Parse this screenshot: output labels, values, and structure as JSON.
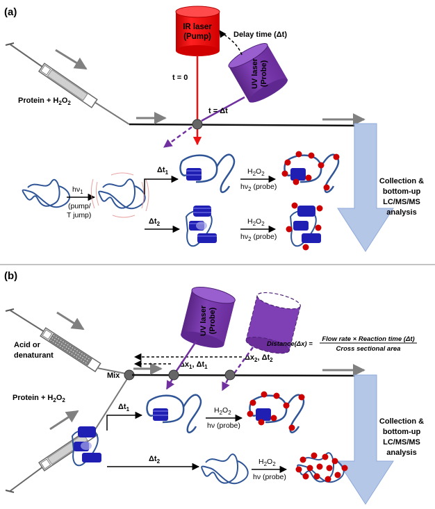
{
  "panel_a": {
    "label": "(a)",
    "ir_laser": {
      "line1": "IR laser",
      "line2": "(Pump)"
    },
    "uv_laser": {
      "line1": "UV laser",
      "line2": "(Probe)"
    },
    "delay_label": "Delay time (Δt)",
    "t0_label": "t = 0",
    "tdt_label": "t = Δt",
    "reagent_label": "Protein + H",
    "reagent_sub": "2",
    "reagent_tail": "O",
    "reagent_sub2": "2",
    "pump_top": "hν",
    "pump_sub": "1",
    "pump_mid": "(pump/",
    "pump_bot": "T jump)",
    "dt1": "Δt",
    "dt1_sub": "1",
    "dt2": "Δt",
    "dt2_sub": "2",
    "h2o2_a": "H",
    "h2o2_sub_a": "2",
    "h2o2_o": "O",
    "h2o2_sub_b": "2",
    "probe1_a": "hν",
    "probe1_sub": "2",
    "probe1_b": " (probe)",
    "collection": [
      "Collection &",
      "bottom-up",
      "LC/MS/MS",
      "analysis"
    ]
  },
  "panel_b": {
    "label": "(b)",
    "uv_laser": {
      "line1": "UV laser",
      "line2": "(Probe)"
    },
    "acid_label": [
      "Acid or",
      "denaturant"
    ],
    "mix_label": "Mix",
    "reagent_label": "Protein + H",
    "reagent_sub": "2",
    "reagent_tail": "O",
    "reagent_sub2": "2",
    "dx1": "Δx",
    "dx1_sub": "1",
    "dx1_tail": ", Δt",
    "dx1_tail_sub": "1",
    "dx2": "Δx",
    "dx2_sub": "2",
    "dx2_tail": ", Δt",
    "dx2_tail_sub": "2",
    "formula_lhs": "Distance(Δx) =",
    "formula_num": "Flow rate  × Reaction time (Δt)",
    "formula_den": "Cross sectional area",
    "dt1": "Δt",
    "dt1_sub": "1",
    "dt2": "Δt",
    "dt2_sub": "2",
    "h2o2_a": "H",
    "h2o2_sub_a": "2",
    "h2o2_o": "O",
    "h2o2_sub_b": "2",
    "probe": "hν (probe)",
    "collection": [
      "Collection &",
      "bottom-up",
      "LC/MS/MS",
      "analysis"
    ]
  },
  "colors": {
    "ir_red": "#ee1111",
    "uv_purple": "#7030a0",
    "protein_blue": "#2f5597",
    "helix_blue": "#1f1fb4",
    "label_red": "#cc0000",
    "collection_blue": "#b4c7e7",
    "grey_arrow": "#808080"
  }
}
